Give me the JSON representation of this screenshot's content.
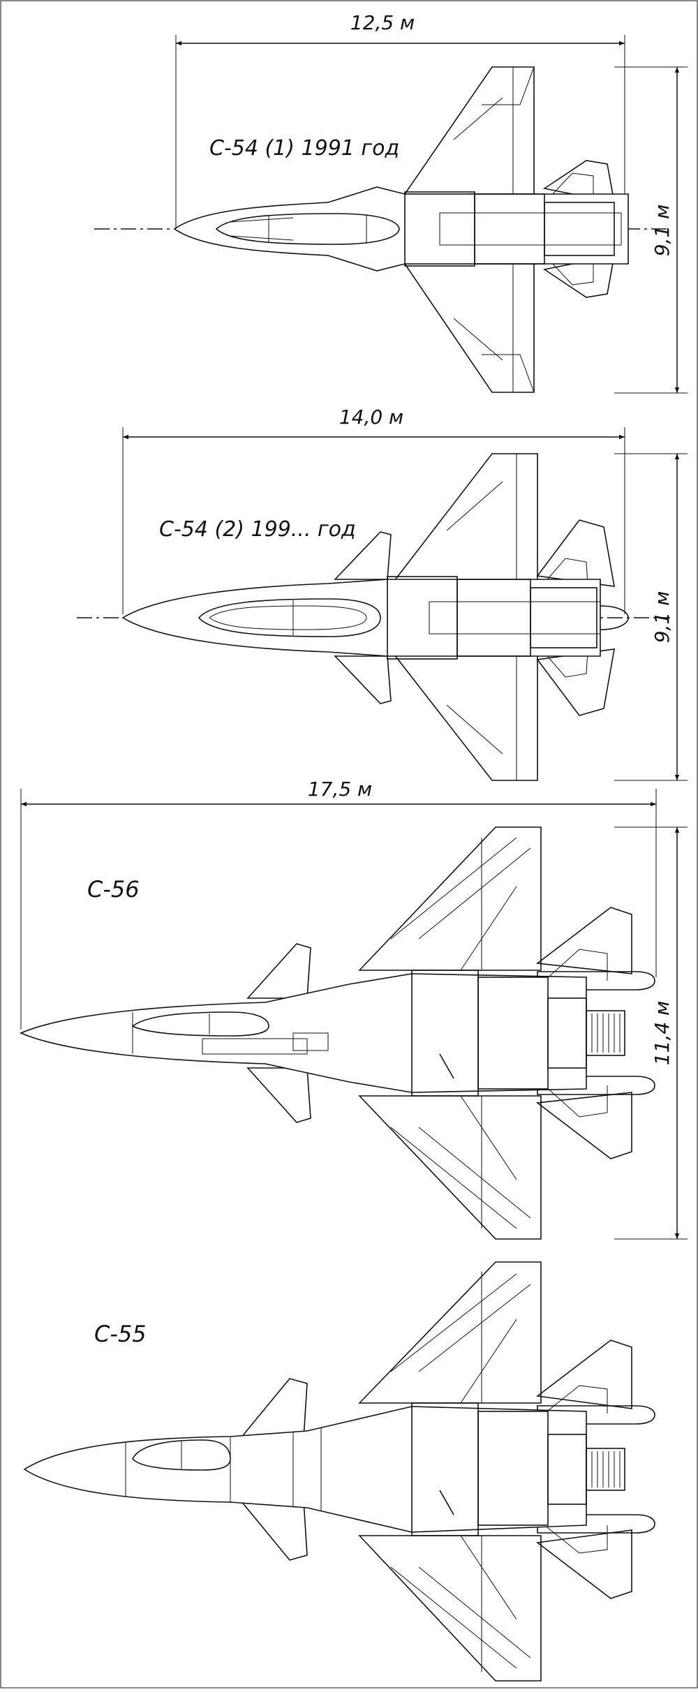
{
  "drawings": [
    {
      "id": "s54-1",
      "label": "С-54 (1) 1991 год",
      "length": "12,5 м",
      "span": "9,1 м"
    },
    {
      "id": "s54-2",
      "label": "С-54 (2) 199... год",
      "length": "14,0 м",
      "span": "9,1 м"
    },
    {
      "id": "s56",
      "label": "С-56",
      "length": "17,5 м",
      "span": "11,4 м"
    },
    {
      "id": "s55",
      "label": "С-55"
    }
  ]
}
